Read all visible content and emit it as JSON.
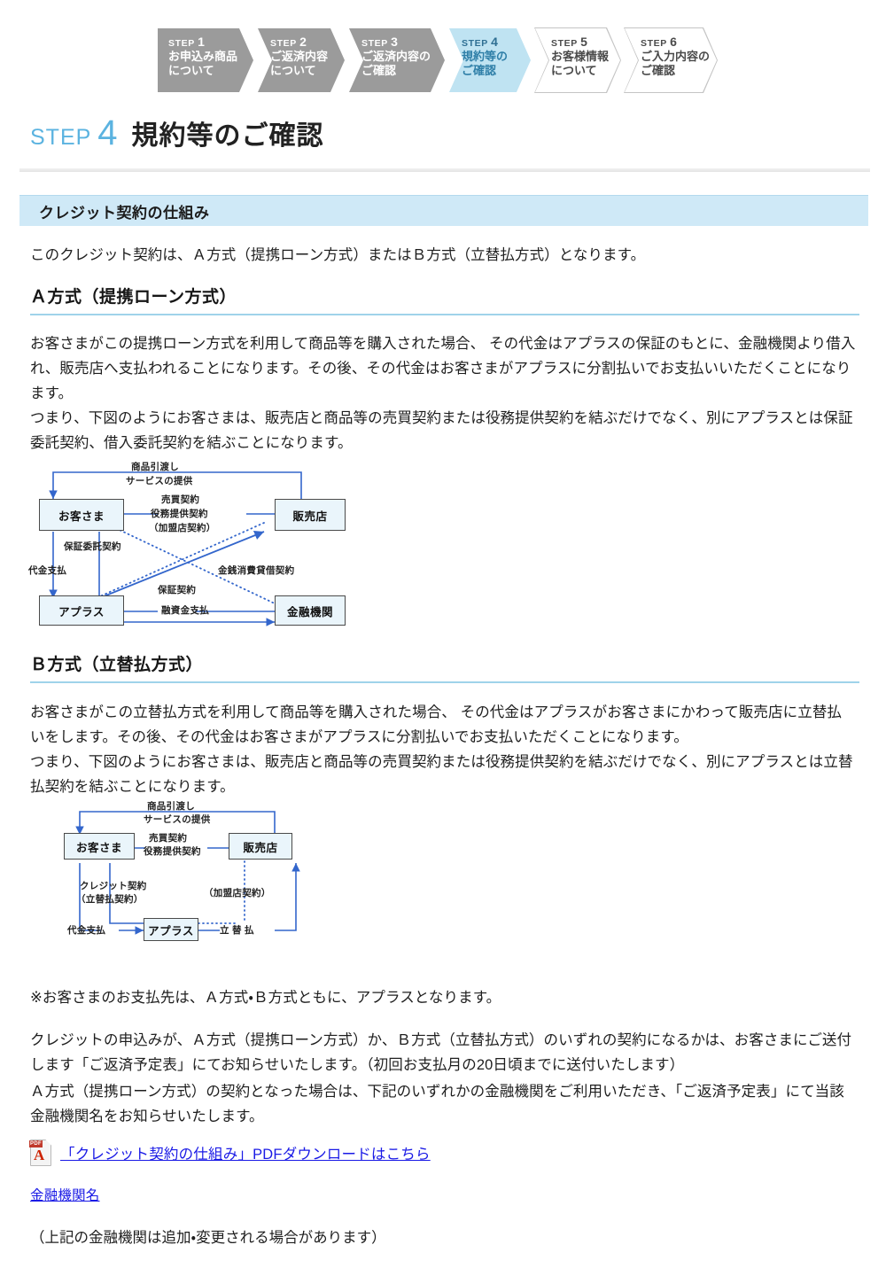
{
  "steps": [
    {
      "label": "STEP",
      "num": "1",
      "lines": [
        "お申込み商品",
        "について"
      ],
      "state": "gray"
    },
    {
      "label": "STEP",
      "num": "2",
      "lines": [
        "ご返済内容",
        "について"
      ],
      "state": "gray"
    },
    {
      "label": "STEP",
      "num": "3",
      "lines": [
        "ご返済内容の",
        "ご確認"
      ],
      "state": "gray"
    },
    {
      "label": "STEP",
      "num": "4",
      "lines": [
        "規約等の",
        "ご確認"
      ],
      "state": "active"
    },
    {
      "label": "STEP",
      "num": "5",
      "lines": [
        "お客様情報",
        "について"
      ],
      "state": "plain"
    },
    {
      "label": "STEP",
      "num": "6",
      "lines": [
        "ご入力内容の",
        "ご確認"
      ],
      "state": "plain"
    }
  ],
  "page_title": {
    "step_label": "STEP",
    "step_number": "4",
    "text": "規約等のご確認"
  },
  "section": {
    "heading": "クレジット契約の仕組み"
  },
  "intro": "このクレジット契約は、Ａ方式（提携ローン方式）またはＢ方式（立替払方式）となります。",
  "method_a": {
    "heading": "Ａ方式（提携ローン方式）",
    "paragraph_1": "お客さまがこの提携ローン方式を利用して商品等を購入された場合、 その代金はアプラスの保証のもとに、金融機関より借入れ、販売店へ支払われることになります。その後、その代金はお客さまがアプラスに分割払いでお支払いいただくことになります。",
    "paragraph_2": "つまり、下図のようにお客さまは、販売店と商品等の売買契約または役務提供契約を結ぶだけでなく、別にアプラスとは保証委託契約、借入委託契約を結ぶことになります。",
    "diagram": {
      "boxes": [
        {
          "id": "customer",
          "label": "お客さま"
        },
        {
          "id": "shop",
          "label": "販売店"
        },
        {
          "id": "aplus",
          "label": "アプラス"
        },
        {
          "id": "bank",
          "label": "金融機関"
        }
      ],
      "labels": [
        "商品引渡し",
        "サービスの提供",
        "売買契約",
        "役務提供契約",
        "（加盟店契約）",
        "保証委託契約",
        "代金支払",
        "金銭消費貸借契約",
        "保証契約",
        "融資金支払"
      ]
    }
  },
  "method_b": {
    "heading": "Ｂ方式（立替払方式）",
    "paragraph_1": "お客さまがこの立替払方式を利用して商品等を購入された場合、 その代金はアプラスがお客さまにかわって販売店に立替払いをします。その後、その代金はお客さまがアプラスに分割払いでお支払いただくことになります。",
    "paragraph_2": "つまり、下図のようにお客さまは、販売店と商品等の売買契約または役務提供契約を結ぶだけでなく、別にアプラスとは立替払契約を結ぶことになります。",
    "diagram": {
      "boxes": [
        {
          "id": "customer",
          "label": "お客さま"
        },
        {
          "id": "shop",
          "label": "販売店"
        },
        {
          "id": "aplus",
          "label": "アプラス"
        }
      ],
      "labels": [
        "商品引渡し",
        "サービスの提供",
        "売買契約",
        "役務提供契約",
        "クレジット契約",
        "（立替払契約）",
        "（加盟店契約）",
        "代金支払",
        "立 替 払"
      ]
    }
  },
  "footnote": "※お客さまのお支払先は、Ａ方式・Ｂ方式ともに、アプラスとなります。",
  "closing": {
    "paragraph": "クレジットの申込みが、Ａ方式（提携ローン方式）か、Ｂ方式（立替払方式）のいずれの契約になるかは、お客さまにご送付します「ご返済予定表」にてお知らせいたします。（初回お支払月の20日頃までに送付いたします）",
    "paragraph_2": "Ａ方式（提携ローン方式）の契約となった場合は、下記のいずれかの金融機関をご利用いただき、「ご返済予定表」にて当該金融機関名をお知らせいたします。"
  },
  "links": {
    "pdf_icon_text": "PDF",
    "pdf_download": "「クレジット契約の仕組み」PDFダウンロードはこちら",
    "bank_list": "金融機関名"
  },
  "bottom_note": "（上記の金融機関は追加・変更される場合があります）",
  "colors": {
    "accent_blue": "#5bb3e0",
    "section_bg": "#cfe9f7",
    "step_gray": "#9b9b9b",
    "step_active": "#bfe3f2",
    "diagram_line": "#3366cc",
    "link_blue": "#1a1ae6"
  }
}
